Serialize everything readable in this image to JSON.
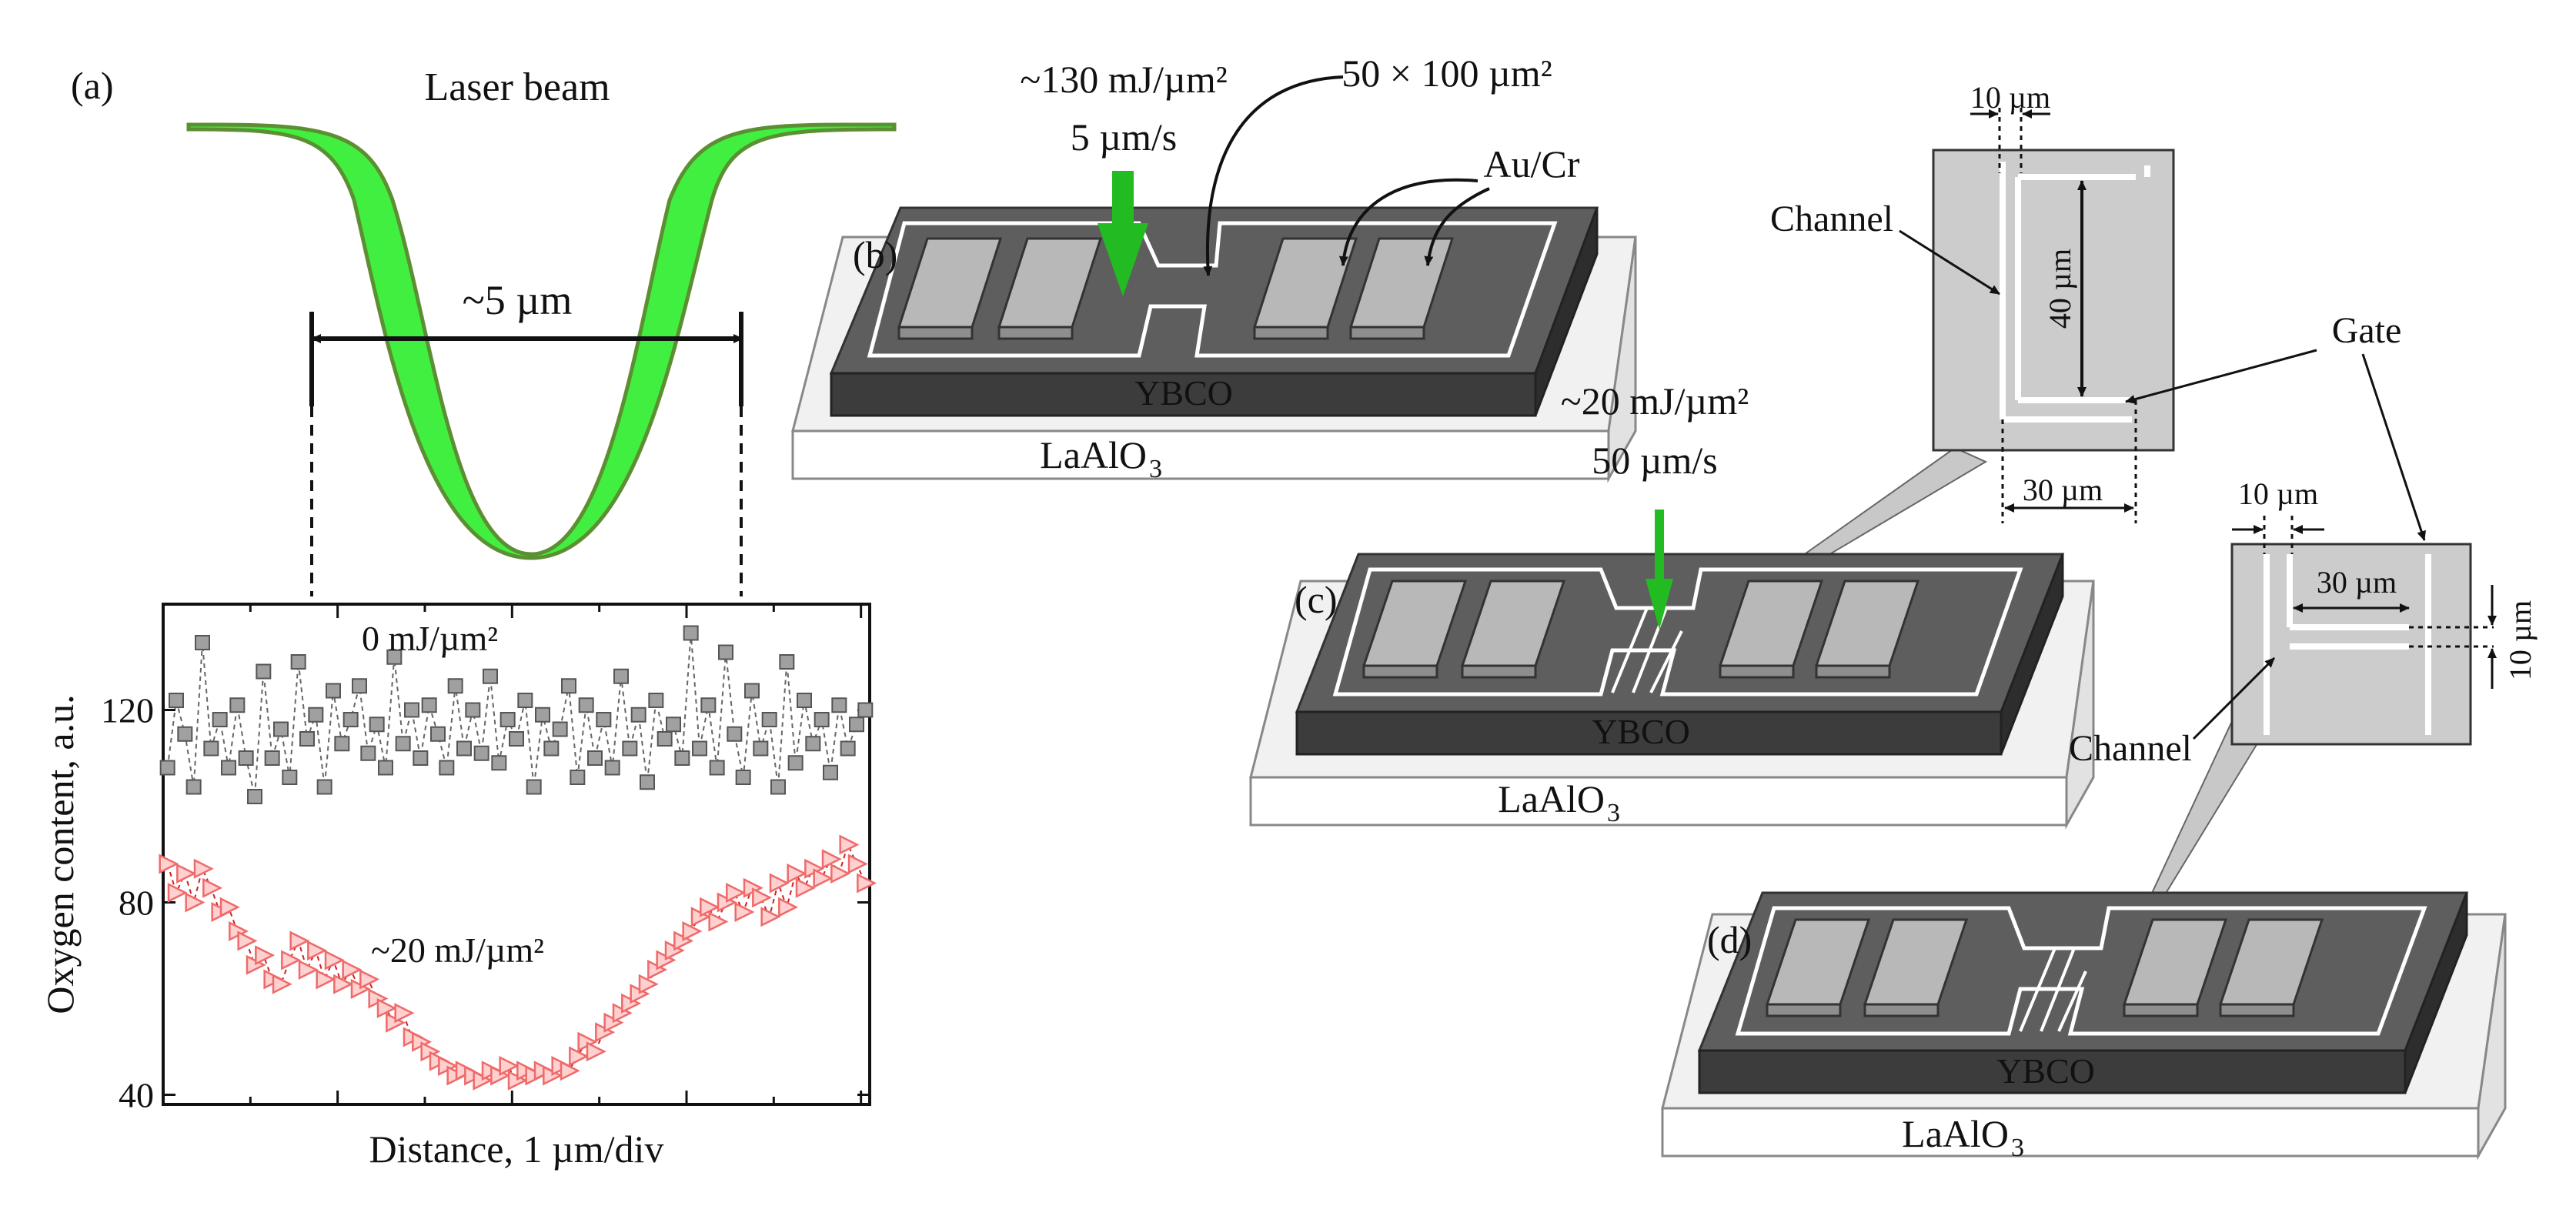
{
  "panel_labels": {
    "a": "(a)",
    "b": "(b)",
    "c": "(c)",
    "d": "(d)"
  },
  "laser": {
    "title": "Laser beam",
    "width_label": "~5 µm",
    "fill_color": "#41ef41",
    "edge_color": "#5c8f32"
  },
  "chart_data": {
    "type": "scatter",
    "xlabel": "Distance, 1 µm/div",
    "ylabel": "Oxygen content, a.u.",
    "ylim": [
      38,
      142
    ],
    "y_ticks": [
      40,
      80,
      120
    ],
    "x_ticks": [
      0,
      1,
      2,
      3,
      4,
      5,
      6,
      7,
      8
    ],
    "xlim": [
      0,
      8.1
    ],
    "series": [
      {
        "name": "0 mJ/µm²",
        "marker": "square",
        "color": "#a0a0a0",
        "x": [
          0.05,
          0.15,
          0.25,
          0.35,
          0.45,
          0.55,
          0.65,
          0.75,
          0.85,
          0.95,
          1.05,
          1.15,
          1.25,
          1.35,
          1.45,
          1.55,
          1.65,
          1.75,
          1.85,
          1.95,
          2.05,
          2.15,
          2.25,
          2.35,
          2.45,
          2.55,
          2.65,
          2.75,
          2.85,
          2.95,
          3.05,
          3.15,
          3.25,
          3.35,
          3.45,
          3.55,
          3.65,
          3.75,
          3.85,
          3.95,
          4.05,
          4.15,
          4.25,
          4.35,
          4.45,
          4.55,
          4.65,
          4.75,
          4.85,
          4.95,
          5.05,
          5.15,
          5.25,
          5.35,
          5.45,
          5.55,
          5.65,
          5.75,
          5.85,
          5.95,
          6.05,
          6.15,
          6.25,
          6.35,
          6.45,
          6.55,
          6.65,
          6.75,
          6.85,
          6.95,
          7.05,
          7.15,
          7.25,
          7.35,
          7.45,
          7.55,
          7.65,
          7.75,
          7.85,
          7.95,
          8.05
        ],
        "y": [
          108,
          122,
          115,
          104,
          134,
          112,
          118,
          108,
          121,
          110,
          102,
          128,
          110,
          116,
          106,
          130,
          114,
          119,
          104,
          124,
          113,
          118,
          125,
          111,
          117,
          108,
          131,
          113,
          120,
          110,
          121,
          115,
          108,
          125,
          112,
          120,
          111,
          127,
          109,
          118,
          114,
          122,
          104,
          119,
          112,
          116,
          125,
          106,
          121,
          110,
          118,
          108,
          127,
          112,
          119,
          105,
          122,
          114,
          117,
          110,
          136,
          112,
          121,
          108,
          132,
          115,
          106,
          124,
          112,
          118,
          104,
          130,
          109,
          122,
          113,
          118,
          107,
          121,
          112,
          117,
          120
        ]
      },
      {
        "name": "~20 mJ/µm²",
        "marker": "triangle-right",
        "color": "#ef6a6a",
        "x": [
          0.05,
          0.15,
          0.25,
          0.35,
          0.45,
          0.55,
          0.65,
          0.75,
          0.85,
          0.95,
          1.05,
          1.15,
          1.25,
          1.35,
          1.45,
          1.55,
          1.65,
          1.75,
          1.85,
          1.95,
          2.05,
          2.15,
          2.25,
          2.35,
          2.45,
          2.55,
          2.65,
          2.75,
          2.85,
          2.95,
          3.05,
          3.15,
          3.25,
          3.35,
          3.45,
          3.55,
          3.65,
          3.75,
          3.85,
          3.95,
          4.05,
          4.15,
          4.25,
          4.35,
          4.45,
          4.55,
          4.65,
          4.75,
          4.85,
          4.95,
          5.05,
          5.15,
          5.25,
          5.35,
          5.45,
          5.55,
          5.65,
          5.75,
          5.85,
          5.95,
          6.05,
          6.15,
          6.25,
          6.35,
          6.45,
          6.55,
          6.65,
          6.75,
          6.85,
          6.95,
          7.05,
          7.15,
          7.25,
          7.35,
          7.45,
          7.55,
          7.65,
          7.75,
          7.85,
          7.95,
          8.05
        ],
        "y": [
          88,
          82,
          86,
          80,
          87,
          83,
          78,
          79,
          74,
          72,
          67,
          69,
          64,
          63,
          68,
          72,
          66,
          70,
          64,
          68,
          63,
          66,
          62,
          64,
          60,
          58,
          55,
          57,
          52,
          51,
          49,
          47,
          46,
          44,
          45,
          44,
          43,
          45,
          44,
          46,
          43,
          45,
          44,
          45,
          44,
          46,
          45,
          48,
          51,
          49,
          53,
          55,
          57,
          59,
          61,
          63,
          66,
          68,
          70,
          72,
          74,
          77,
          79,
          76,
          80,
          82,
          78,
          83,
          81,
          77,
          84,
          79,
          86,
          83,
          87,
          85,
          89,
          86,
          92,
          88,
          84
        ]
      }
    ]
  },
  "device_b": {
    "fluence": "~130 mJ/µm²",
    "speed": "5 µm/s",
    "area": "50 × 100 µm²",
    "electrode": "Au/Cr",
    "film": "YBCO",
    "substrate": "LaAlO",
    "substrate_sub": "3"
  },
  "device_c": {
    "fluence": "~20 mJ/µm²",
    "speed": "50 µm/s",
    "film": "YBCO",
    "substrate": "LaAlO",
    "substrate_sub": "3"
  },
  "device_d": {
    "film": "YBCO",
    "substrate": "LaAlO",
    "substrate_sub": "3"
  },
  "inset_c": {
    "channel": "Channel",
    "dim_top": "10 µm",
    "dim_vertical": "40 µm",
    "dim_bottom": "30 µm"
  },
  "inset_d": {
    "channel": "Channel",
    "gate": "Gate",
    "dim_top": "10 µm",
    "dim_horizontal": "30 µm",
    "dim_right": "10 µm"
  },
  "colors": {
    "film": "#595959",
    "film_dark": "#3a3a3a",
    "pad": "#b5b5b5",
    "inset": "#cccccc",
    "arrow": "#22bb22"
  }
}
